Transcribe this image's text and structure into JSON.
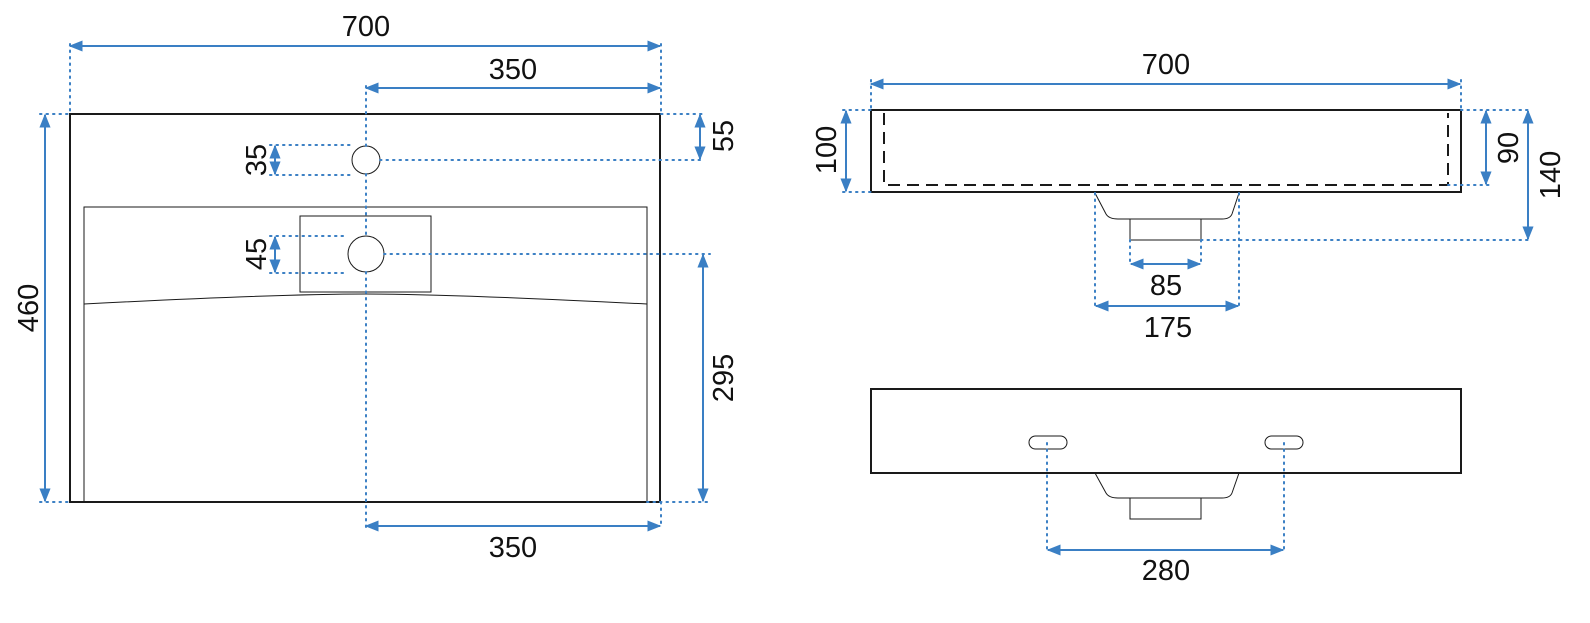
{
  "colors": {
    "dimension": "#3a7fc4",
    "outline": "#1a1a1a",
    "background": "#ffffff"
  },
  "dimensions": {
    "front_width": "700",
    "front_tap_offset": "350",
    "front_tap_top": "55",
    "front_tap_diameter": "35",
    "front_drain_diameter": "45",
    "front_height": "460",
    "front_drain_height": "295",
    "front_drain_offset": "350",
    "side_width": "700",
    "side_height": "100",
    "side_inner_depth": "90",
    "side_total_height": "140",
    "side_drain_width": "85",
    "side_drain_base_width": "175",
    "bottom_mount_spacing": "280"
  }
}
